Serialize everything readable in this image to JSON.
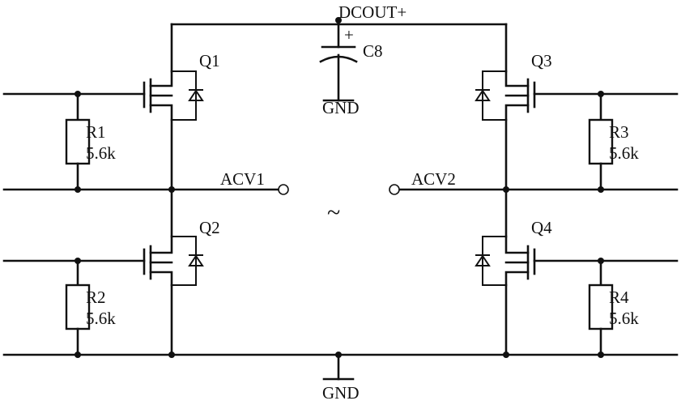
{
  "labels": {
    "dcout": "DCOUT+",
    "gnd_top": "GND",
    "gnd_bottom": "GND",
    "acv1": "ACV1",
    "acv2": "ACV2",
    "tilde": "~",
    "plus": "+"
  },
  "capacitor": {
    "name": "C8"
  },
  "transistors": [
    {
      "name": "Q1"
    },
    {
      "name": "Q2"
    },
    {
      "name": "Q3"
    },
    {
      "name": "Q4"
    }
  ],
  "resistors": [
    {
      "name": "R1",
      "value": "5.6k"
    },
    {
      "name": "R2",
      "value": "5.6k"
    },
    {
      "name": "R3",
      "value": "5.6k"
    },
    {
      "name": "R4",
      "value": "5.6k"
    }
  ]
}
